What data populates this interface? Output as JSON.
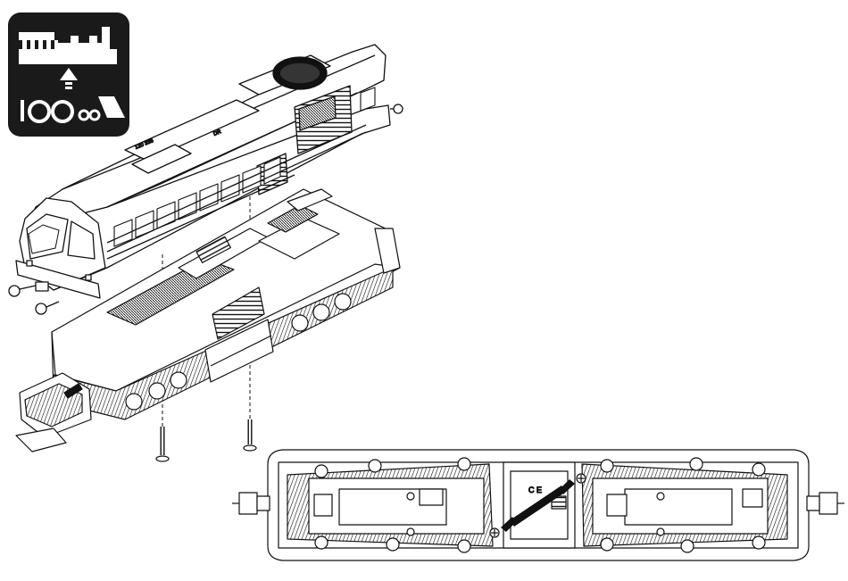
{
  "badge": {
    "icon": "remove-body-shell-icon",
    "background": "#1a1a1a",
    "foreground": "#ffffff"
  },
  "figure": {
    "line_color": "#111111",
    "paper_color": "#ffffff",
    "tool_color": "#222222"
  },
  "parts": {
    "body_shell": "diesel-locomotive-body-shell",
    "chassis": "locomotive-chassis-with-decoder",
    "fixing_screws": 2,
    "underside_view": "chassis-underside-view"
  },
  "labels": {
    "cab_plate": "120 338",
    "body_stamp": "DR",
    "fuel_tank_mark": "C E"
  }
}
